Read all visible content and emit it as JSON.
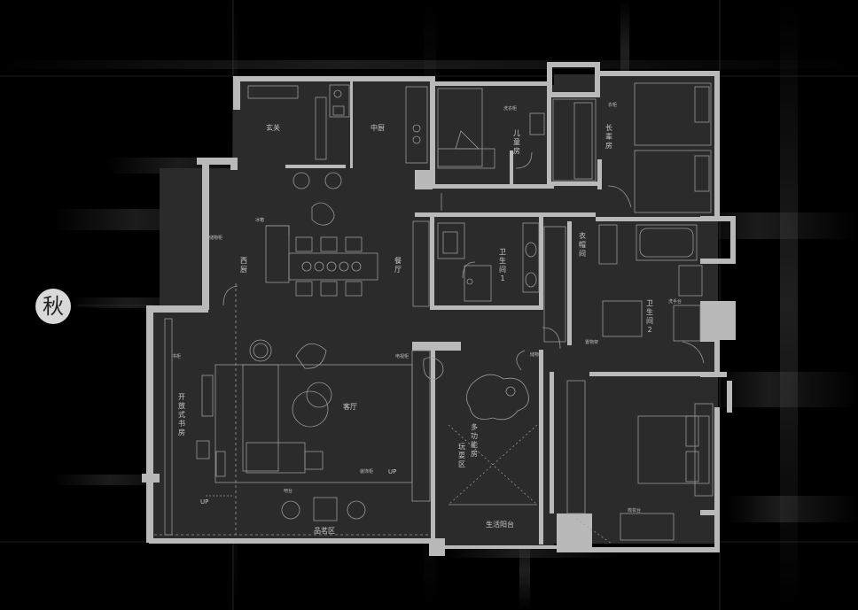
{
  "badge": {
    "char": "秋"
  },
  "rooms": {
    "entrance": "玄关",
    "kitchen": "中厨",
    "kids_room": "儿童房",
    "elder_room": "长辈房",
    "west_kitchen": "西厨",
    "dining": "餐厅",
    "bath1": "卫生间1",
    "cloak": "衣帽间",
    "bath2": "卫生间2",
    "study": "开放式书房",
    "living": "客厅",
    "multi": "多功能房",
    "play": "玩耍区",
    "balcony": "生活阳台",
    "leisure": "品茗区"
  },
  "marks": {
    "up1": "UP",
    "up2": "UP"
  },
  "tags": {
    "t1": "冰箱",
    "t2": "电视柜",
    "t3": "吧台",
    "t4": "储物柜",
    "t5": "书柜",
    "t6": "洗衣柜",
    "t7": "置物架",
    "t8": "衣柜",
    "t9": "装饰柜",
    "t10": "储物",
    "t11": "洗手台",
    "t12": "梳妆台"
  },
  "colors": {
    "wall": "#b9b9b9",
    "floor": "#2b2b2b",
    "line": "#8f8f8f",
    "background": "#000000"
  }
}
